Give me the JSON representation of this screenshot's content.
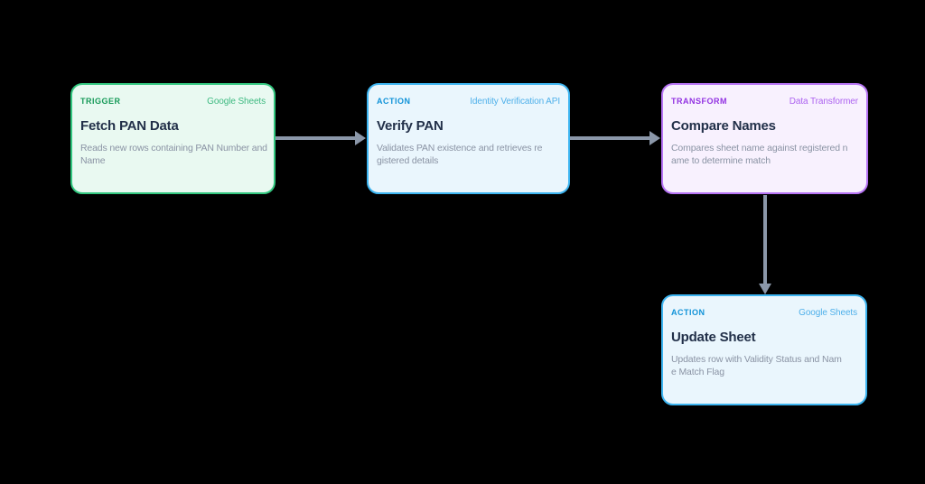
{
  "canvas": {
    "background": "#000000"
  },
  "theme": {
    "title_color": "#223049",
    "description_color": "#8a93a4",
    "connector_color": "#8b97a9"
  },
  "nodes": [
    {
      "id": "fetch-pan-data",
      "type_label": "TRIGGER",
      "service_label": "Google Sheets",
      "title": "Fetch PAN Data",
      "description": "Reads new rows containing PAN Number and\nName",
      "colors": {
        "border": "#32c77f",
        "background": "#e9f9f1",
        "type_label": "#169a58",
        "service_label": "#3eba81"
      }
    },
    {
      "id": "verify-pan",
      "type_label": "ACTION",
      "service_label": "Identity Verification API",
      "title": "Verify PAN",
      "description": "Validates PAN existence and retrieves re\ngistered details",
      "colors": {
        "border": "#3cb4f0",
        "background": "#eaf6fd",
        "type_label": "#1092d8",
        "service_label": "#4fb0ea"
      }
    },
    {
      "id": "compare-names",
      "type_label": "TRANSFORM",
      "service_label": "Data Transformer",
      "title": "Compare Names",
      "description": "Compares sheet name against registered n\name to determine match",
      "colors": {
        "border": "#b673f4",
        "background": "#f8f1fe",
        "type_label": "#9232e2",
        "service_label": "#ad63f0"
      }
    },
    {
      "id": "update-sheet",
      "type_label": "ACTION",
      "service_label": "Google Sheets",
      "title": "Update Sheet",
      "description": "Updates row with Validity Status and Nam\ne Match Flag",
      "colors": {
        "border": "#3cb4f0",
        "background": "#eaf6fd",
        "type_label": "#1092d8",
        "service_label": "#4fb0ea"
      }
    }
  ],
  "connectors": [
    {
      "from": "fetch-pan-data",
      "to": "verify-pan",
      "direction": "right"
    },
    {
      "from": "verify-pan",
      "to": "compare-names",
      "direction": "right"
    },
    {
      "from": "compare-names",
      "to": "update-sheet",
      "direction": "down"
    }
  ]
}
